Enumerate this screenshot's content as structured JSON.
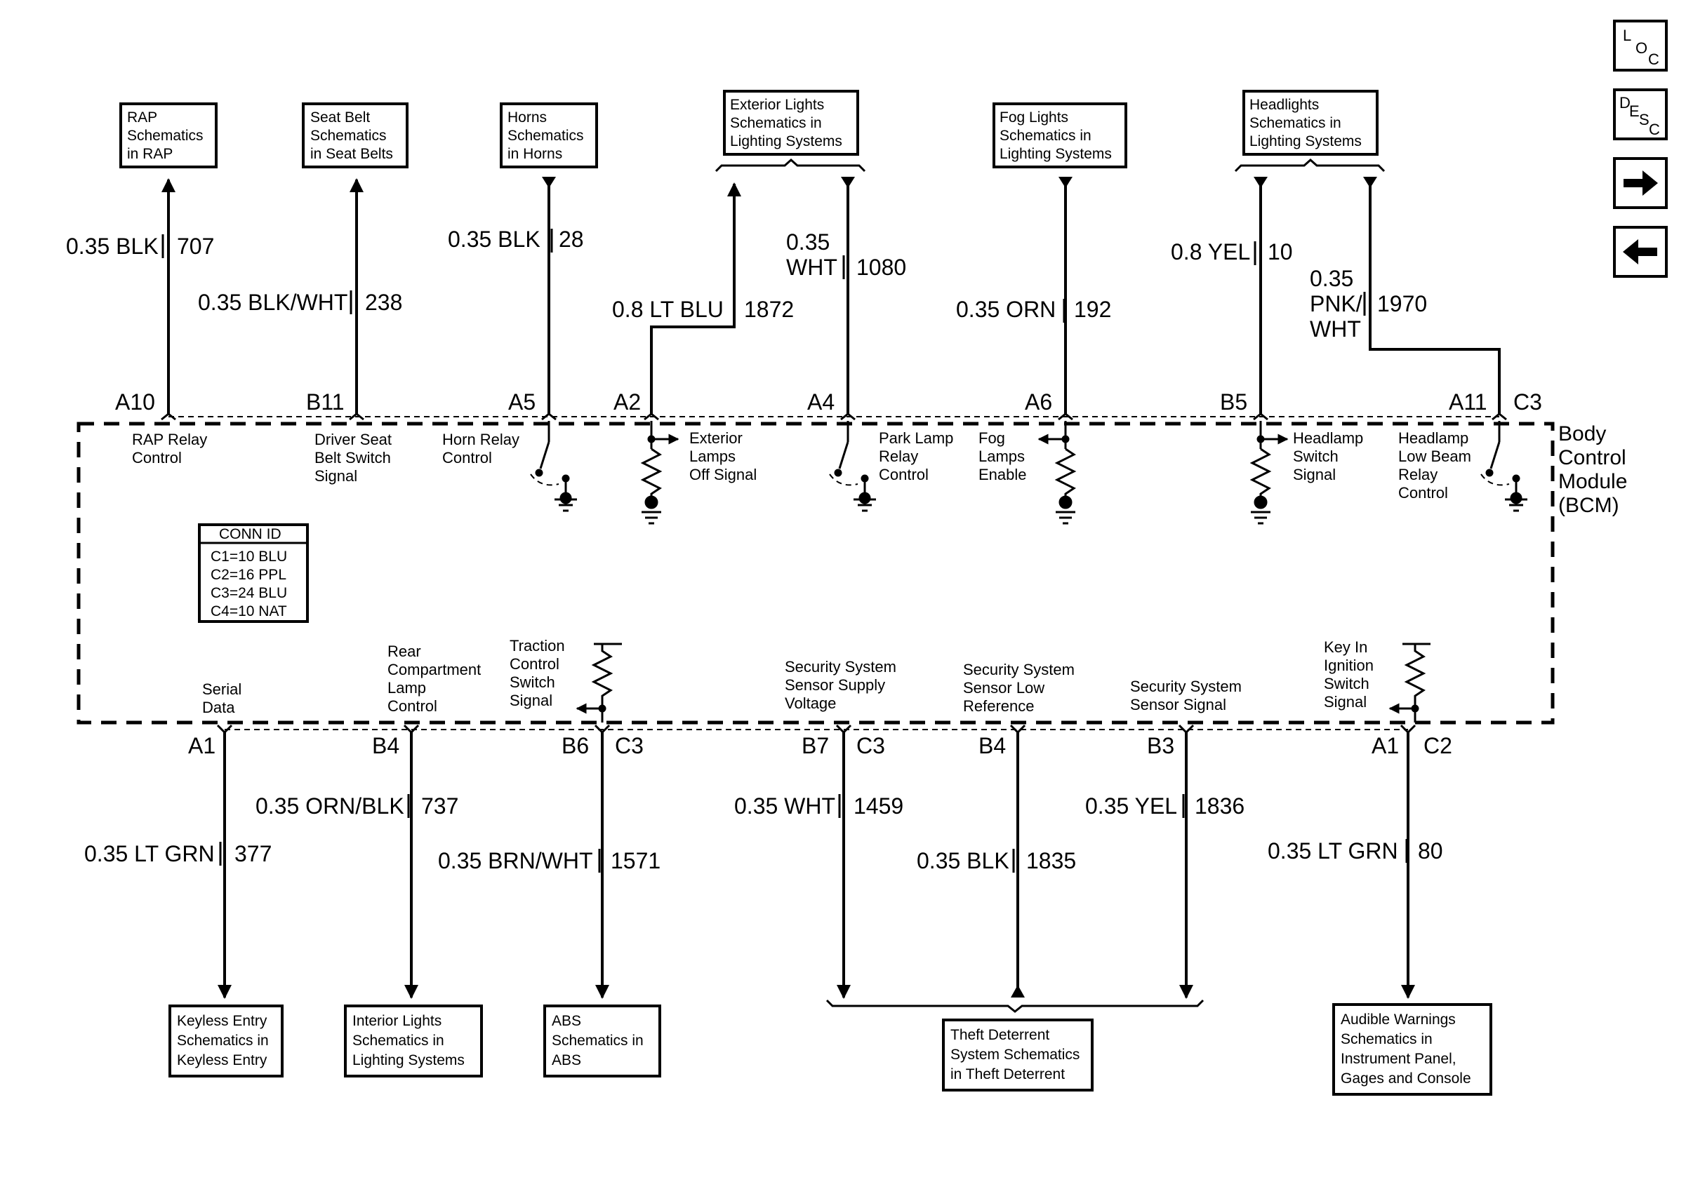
{
  "nav_buttons": {
    "loc": {
      "top": "L",
      "mid": "O",
      "bot": "C"
    },
    "desc": {
      "a": "D",
      "b": "E",
      "c": "S",
      "d": "C"
    },
    "next_icon": "right-arrow",
    "prev_icon": "left-arrow"
  },
  "top_boxes": {
    "rap": [
      "RAP",
      "Schematics",
      "in RAP"
    ],
    "seatbelt": [
      "Seat Belt",
      "Schematics",
      "in Seat Belts"
    ],
    "horns": [
      "Horns",
      "Schematics",
      "in Horns"
    ],
    "extlights": [
      "Exterior Lights",
      "Schematics in",
      "Lighting Systems"
    ],
    "foglights": [
      "Fog Lights",
      "Schematics in",
      "Lighting Systems"
    ],
    "headlights": [
      "Headlights",
      "Schematics in",
      "Lighting Systems"
    ]
  },
  "top_wires": {
    "w707": {
      "size": "0.35 BLK",
      "circuit": "707",
      "pin": "A10"
    },
    "w238": {
      "size": "0.35 BLK/WHT",
      "circuit": "238",
      "pin": "B11"
    },
    "w28": {
      "size": "0.35 BLK",
      "circuit": "28",
      "pin": "A5"
    },
    "w1872": {
      "size": "0.8 LT BLU",
      "circuit": "1872",
      "pin": "A2"
    },
    "w1080": {
      "size_l1": "0.35",
      "size_l2": "WHT",
      "circuit": "1080",
      "pin": "A4"
    },
    "w192": {
      "size": "0.35 ORN",
      "circuit": "192",
      "pin": "A6"
    },
    "w10": {
      "size": "0.8 YEL",
      "circuit": "10",
      "pin": "B5"
    },
    "w1970": {
      "size_l1": "0.35",
      "size_l2": "PNK/",
      "size_l3": "WHT",
      "circuit": "1970",
      "pin": "A11",
      "conn": "C3"
    }
  },
  "module": {
    "title": [
      "Body",
      "Control",
      "Module",
      "(BCM)"
    ],
    "conn_id": {
      "header": "CONN ID",
      "rows": [
        "C1=10 BLU",
        "C2=16 PPL",
        "C3=24 BLU",
        "C4=10 NAT"
      ]
    },
    "top_signals": {
      "rap": [
        "RAP Relay",
        "Control"
      ],
      "seatbelt": [
        "Driver Seat",
        "Belt Switch",
        "Signal"
      ],
      "horn": [
        "Horn Relay",
        "Control"
      ],
      "extlamps": [
        "Exterior",
        "Lamps",
        "Off Signal"
      ],
      "parklamp": [
        "Park Lamp",
        "Relay",
        "Control"
      ],
      "foglamps": [
        "Fog",
        "Lamps",
        "Enable"
      ],
      "headlampsw": [
        "Headlamp",
        "Switch",
        "Signal"
      ],
      "lowbeam": [
        "Headlamp",
        "Low Beam",
        "Relay",
        "Control"
      ]
    },
    "bottom_signals": {
      "serial": [
        "Serial",
        "Data"
      ],
      "rearlamp": [
        "Rear",
        "Compartment",
        "Lamp",
        "Control"
      ],
      "traction": [
        "Traction",
        "Control",
        "Switch",
        "Signal"
      ],
      "secsupply": [
        "Security System",
        "Sensor Supply",
        "Voltage"
      ],
      "seclow": [
        "Security System",
        "Sensor Low",
        "Reference"
      ],
      "secsignal": [
        "Security System",
        "Sensor Signal"
      ],
      "keyin": [
        "Key In",
        "Ignition",
        "Switch",
        "Signal"
      ]
    }
  },
  "bottom_wires": {
    "w377": {
      "size": "0.35 LT GRN",
      "circuit": "377",
      "pin": "A1"
    },
    "w737": {
      "size": "0.35 ORN/BLK",
      "circuit": "737",
      "pin": "B4"
    },
    "w1571": {
      "size": "0.35 BRN/WHT",
      "circuit": "1571",
      "pin": "B6",
      "conn": "C3"
    },
    "w1459": {
      "size": "0.35 WHT",
      "circuit": "1459",
      "pin": "B7",
      "conn": "C3"
    },
    "w1835": {
      "size": "0.35 BLK",
      "circuit": "1835",
      "pin": "B4"
    },
    "w1836": {
      "size": "0.35 YEL",
      "circuit": "1836",
      "pin": "B3"
    },
    "w80": {
      "size": "0.35 LT GRN",
      "circuit": "80",
      "pin": "A1",
      "conn": "C2"
    }
  },
  "bottom_boxes": {
    "keyless": [
      "Keyless Entry",
      "Schematics in",
      "Keyless Entry"
    ],
    "interior": [
      "Interior Lights",
      "Schematics in",
      "Lighting Systems"
    ],
    "abs": [
      "ABS",
      "Schematics in",
      "ABS"
    ],
    "theft": [
      "Theft Deterrent",
      "System Schematics",
      "in Theft Deterrent"
    ],
    "audible": [
      "Audible Warnings",
      "Schematics in",
      "Instrument Panel,",
      "Gages and Console"
    ]
  }
}
